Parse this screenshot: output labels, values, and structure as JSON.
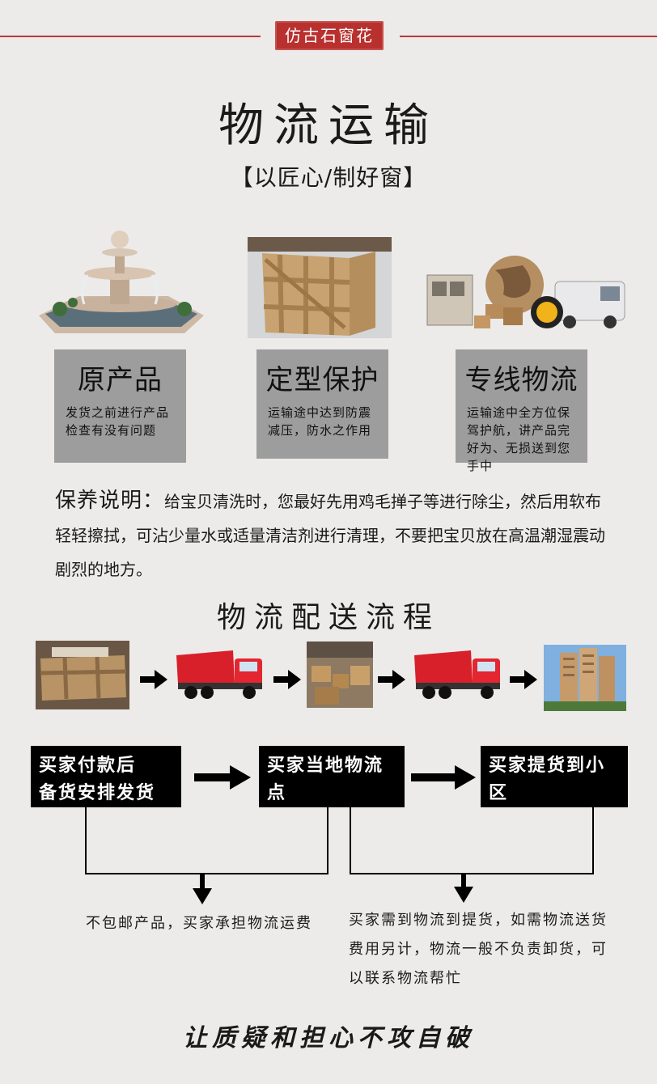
{
  "header": {
    "seal_text": "仿古石窗花"
  },
  "title": "物流运输",
  "subtitle": "【以匠心/制好窗】",
  "cards": [
    {
      "title": "原产品",
      "desc": "发货之前进行产品检查有没有问题"
    },
    {
      "title": "定型保护",
      "desc": "运输途中达到防震减压，防水之作用"
    },
    {
      "title": "专线物流",
      "desc": "运输途中全方位保驾护航，讲产品完好为、无损送到您手中"
    }
  ],
  "care": {
    "label": "保养说明：",
    "text": "给宝贝清洗时，您最好先用鸡毛掸子等进行除尘，然后用软布轻轻擦拭，可沾少量水或适量清洁剂进行清理，不要把宝贝放在高温潮湿震动剧烈的地方。"
  },
  "flow_title": "物流配送流程",
  "process": [
    {
      "line1": "买家付款后",
      "line2": "备货安排发货"
    },
    {
      "line1": "买家当地物流",
      "line2": "点"
    },
    {
      "line1": "买家提货到小",
      "line2": "区"
    }
  ],
  "notes": [
    {
      "text": "不包邮产品，买家承担物流运费"
    },
    {
      "text": "买家需到物流到提货，如需物流送货费用另计，物流一般不负责卸货，可以联系物流帮忙"
    }
  ],
  "footer": "让质疑和担心不攻自破",
  "colors": {
    "background": "#ecebea",
    "seal": "#b8312f",
    "card": "#9d9d9d",
    "truck_red": "#d8202a"
  }
}
